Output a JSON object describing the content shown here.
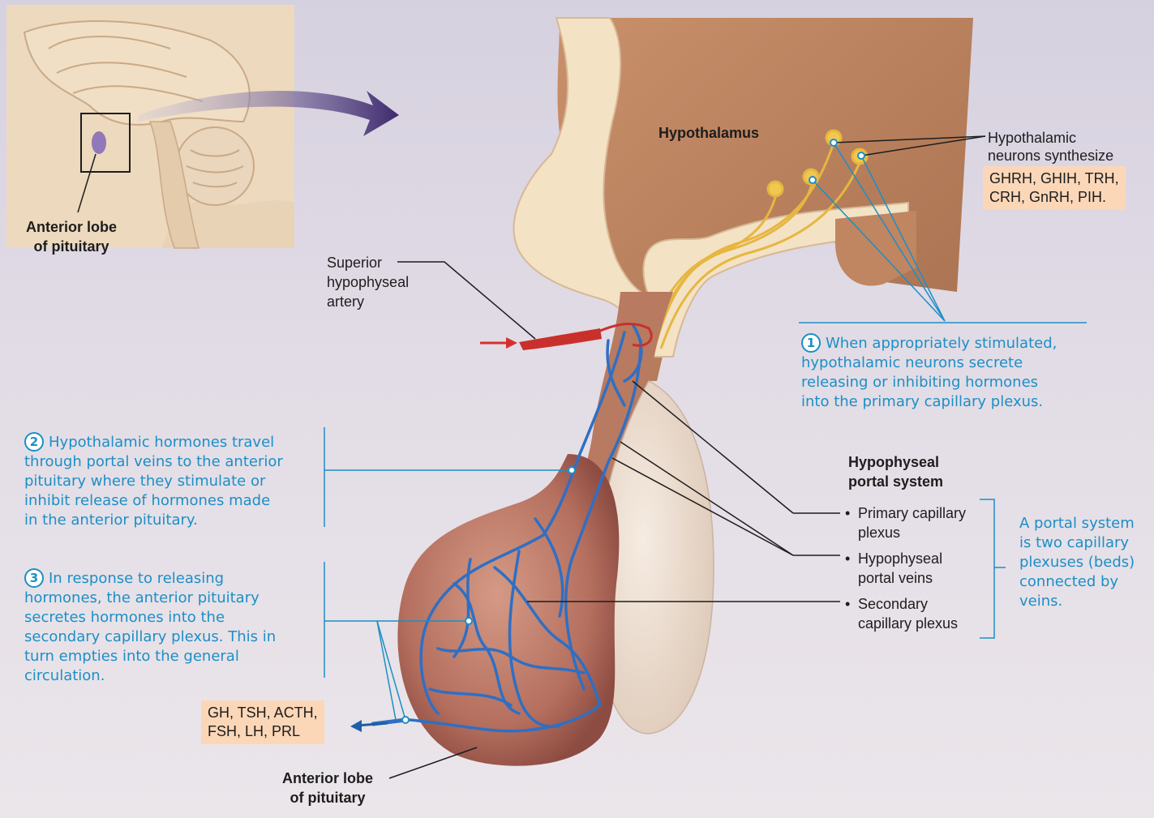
{
  "labels": {
    "inset_anterior_lobe": "Anterior lobe\nof pituitary",
    "hypothalamus": "Hypothalamus",
    "hypothalamic_neurons": "Hypothalamic\nneurons synthesize",
    "hormones_top": "GHRH, GHIH, TRH,\nCRH, GnRH, PIH.",
    "superior_artery": "Superior\nhypophyseal\nartery",
    "portal_title": "Hypophyseal\nportal system",
    "portal_items": [
      {
        "line1": "Primary capillary",
        "line2": "plexus"
      },
      {
        "line1": "Hypophyseal",
        "line2": "portal veins"
      },
      {
        "line1": "Secondary",
        "line2": "capillary plexus"
      }
    ],
    "portal_note": "A portal system\nis two capillary\nplexuses (beds)\nconnected by\nveins.",
    "hormones_bottom": "GH, TSH, ACTH,\nFSH, LH, PRL",
    "anterior_lobe_bottom": "Anterior lobe\nof pituitary"
  },
  "steps": [
    {
      "num": "1",
      "text": "When appropriately stimulated,\nhypothalamic neurons secrete\nreleasing or inhibiting hormones\ninto the primary capillary plexus."
    },
    {
      "num": "2",
      "text": "Hypothalamic hormones travel\nthrough portal veins to the anterior\npituitary where they stimulate or\ninhibit release of hormones made\nin the anterior pituitary."
    },
    {
      "num": "3",
      "text": "In response to releasing\nhormones, the anterior pituitary\nsecretes hormones into the\nsecondary capillary plexus. This in\nturn empties into the general\ncirculation."
    }
  ],
  "colors": {
    "step_blue": "#1c8fc6",
    "highlight_box": "#fbd7b8",
    "vessel_blue": "#2f6fc4",
    "artery_red": "#c9302c",
    "tissue": "#b77a5e",
    "posterior_lobe": "#efe2d6"
  }
}
